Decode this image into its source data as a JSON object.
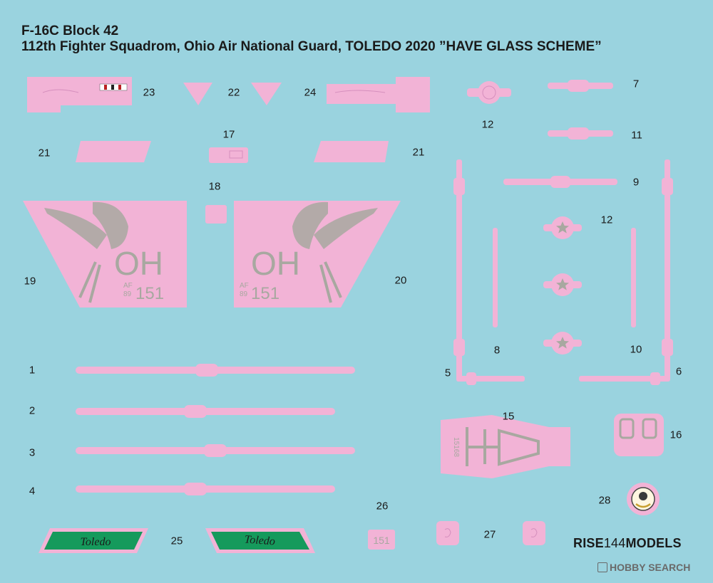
{
  "title_line1": "F-16C Block 42",
  "title_line2": "112th Fighter Squadrom, Ohio Air National Guard, TOLEDO 2020 ”HAVE GLASS SCHEME”",
  "labels": {
    "l1": "1",
    "l2": "2",
    "l3": "3",
    "l4": "4",
    "l5": "5",
    "l6": "6",
    "l7": "7",
    "l8": "8",
    "l9": "9",
    "l10": "10",
    "l11": "11",
    "l12a": "12",
    "l12b": "12",
    "l15": "15",
    "l16": "16",
    "l17": "17",
    "l18": "18",
    "l19": "19",
    "l20": "20",
    "l21a": "21",
    "l21b": "21",
    "l22": "22",
    "l23": "23",
    "l24": "24",
    "l25": "25",
    "l26": "26",
    "l27": "27",
    "l28": "28"
  },
  "tail_code": "OH",
  "tail_af": "AF",
  "tail_year": "89",
  "tail_number": "151",
  "fin_number": "151",
  "canopy_number": "15168",
  "toledo_text": "Toledo",
  "brand": {
    "bold1": "RISE",
    "thin": "144",
    "bold2": "MODELS"
  },
  "watermark": "HOBBY SEARCH",
  "colors": {
    "background": "#9ad3df",
    "decal_pink": "#f2b3d6",
    "decal_outline": "#d88fbd",
    "marking_grey": "#a8a8a0",
    "stripe_green": "#159a5c",
    "ink": "#1a1a1a"
  }
}
